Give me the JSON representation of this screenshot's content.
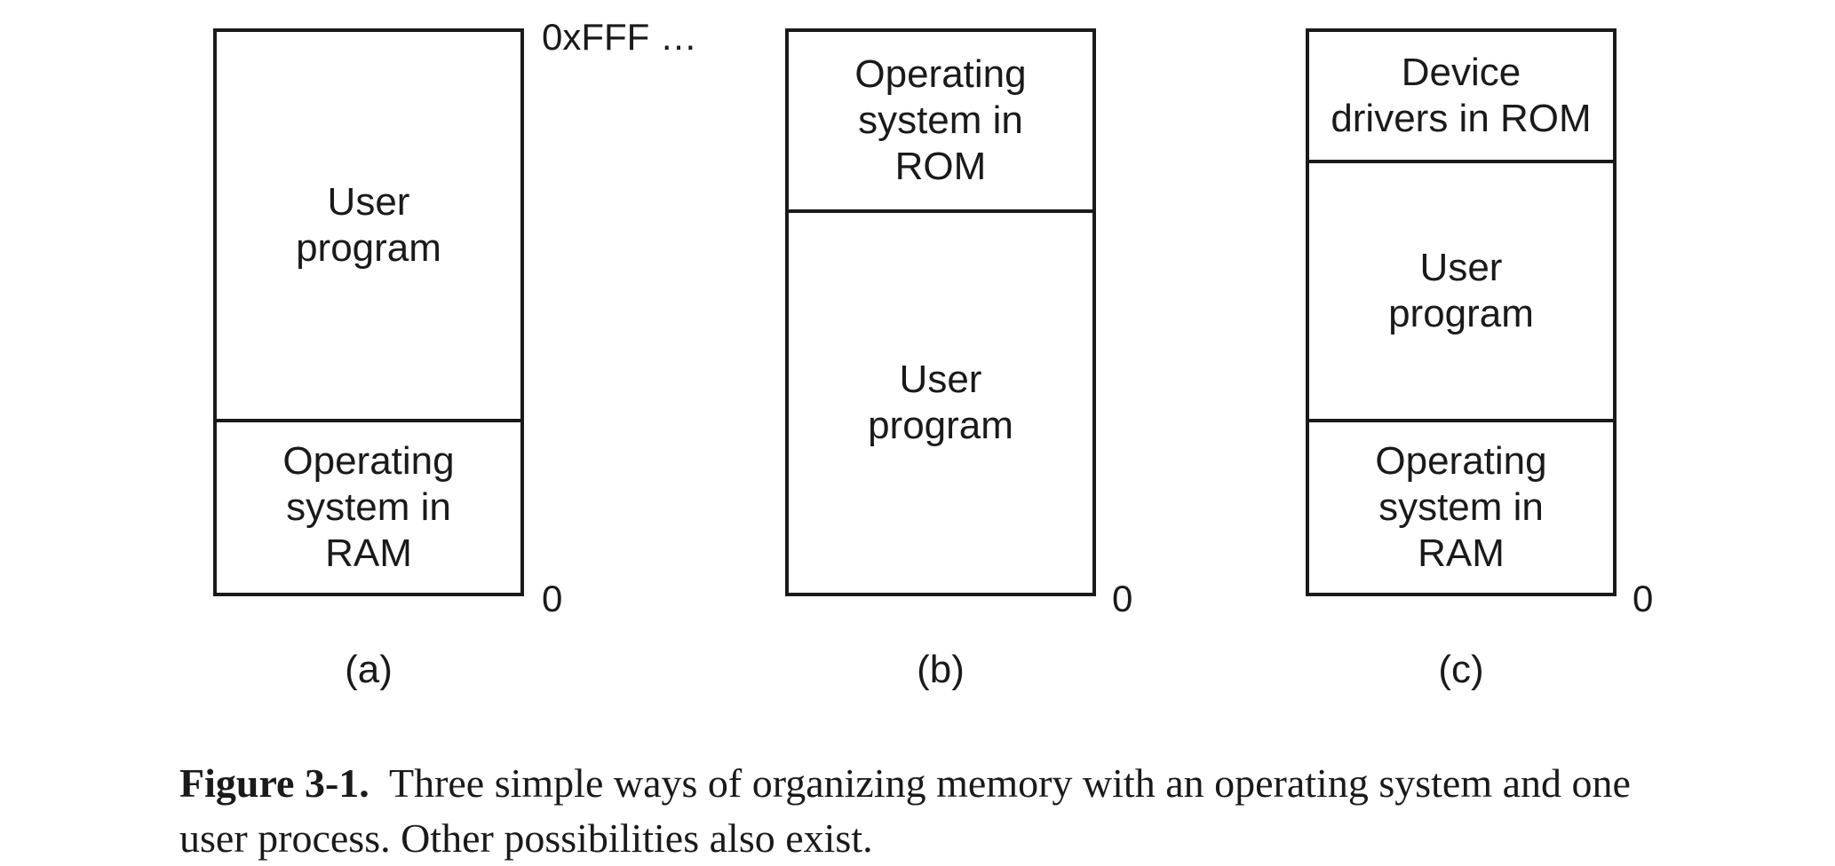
{
  "top_address_label": "0xFFF …",
  "panels": [
    {
      "label": "(a)",
      "bottom_address": "0",
      "segments": [
        "User\nprogram",
        "Operating\nsystem in\nRAM"
      ]
    },
    {
      "label": "(b)",
      "bottom_address": "0",
      "segments": [
        "Operating\nsystem in\nROM",
        "User\nprogram"
      ]
    },
    {
      "label": "(c)",
      "bottom_address": "0",
      "segments": [
        "Device\ndrivers in ROM",
        "User\nprogram",
        "Operating\nsystem in\nRAM"
      ]
    }
  ],
  "caption": {
    "figure_number": "Figure 3-1.",
    "text": "Three simple ways of organizing memory with an operating system and one user process. Other possibilities also exist."
  }
}
